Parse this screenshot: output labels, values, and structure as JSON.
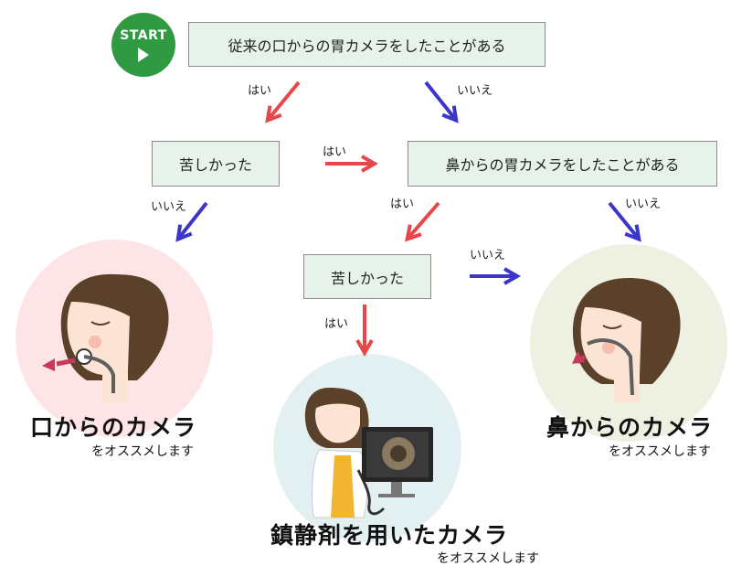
{
  "start": {
    "label": "START",
    "icon": "play-icon"
  },
  "nodes": {
    "q1": "従来の口からの胃カメラをしたことがある",
    "q2": "苦しかった",
    "q3": "鼻からの胃カメラをしたことがある",
    "q4": "苦しかった"
  },
  "edge_labels": {
    "q1_yes": "はい",
    "q1_no": "いいえ",
    "q2_yes": "はい",
    "q2_no": "いいえ",
    "q3_yes": "はい",
    "q3_no": "いいえ",
    "q4_yes": "はい",
    "q4_no": "いいえ"
  },
  "results": {
    "oral": {
      "title": "口からのカメラ",
      "subtitle": "をオススメします"
    },
    "nasal": {
      "title": "鼻からのカメラ",
      "subtitle": "をオススメします"
    },
    "sedation": {
      "title": "鎮静剤を用いたカメラ",
      "subtitle": "をオススメします"
    }
  },
  "colors": {
    "yes_arrow": "#e8474a",
    "no_arrow": "#3b36c8",
    "box_fill": "#e7f2ea",
    "start_fill": "#2f9a42",
    "oral_circle": "#fde4e6",
    "nasal_circle": "#eef1e2",
    "sedation_circle": "#e3f0f2"
  }
}
